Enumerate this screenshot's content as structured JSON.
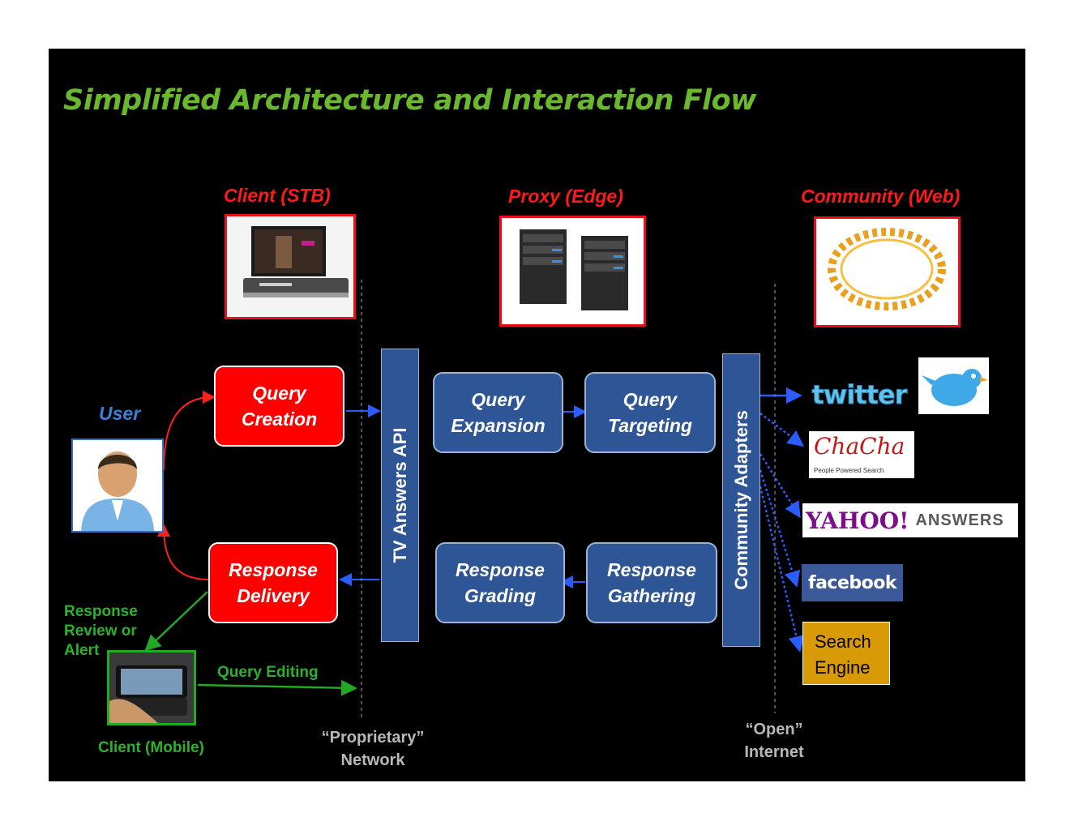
{
  "title": "Simplified Architecture and Interaction Flow",
  "sections": {
    "client": "Client (STB)",
    "proxy": "Proxy (Edge)",
    "community": "Community (Web)"
  },
  "user_label": "User",
  "boxes": {
    "query_creation": "Query\nCreation",
    "response_delivery": "Response\nDelivery",
    "query_expansion": "Query\nExpansion",
    "query_targeting": "Query\nTargeting",
    "response_grading": "Response\nGrading",
    "response_gathering": "Response\nGathering"
  },
  "bars": {
    "api": "TV Answers API",
    "adapters": "Community Adapters"
  },
  "labels": {
    "response_review": "Response\nReview or\nAlert",
    "query_editing": "Query  Editing",
    "client_mobile": "Client (Mobile)",
    "proprietary": "“Proprietary”\nNetwork",
    "open_internet": "“Open”\nInternet"
  },
  "logos": {
    "twitter": "twitter",
    "chacha": "ChaCha",
    "chacha_tag": "People Powered Search",
    "yahoo": "YAHOO!",
    "yahoo_answers": "ANSWERS",
    "facebook": "facebook",
    "search_engine": "Search\nEngine"
  },
  "colors": {
    "title": "#6ab82c",
    "section": "#ff1a1a",
    "user": "#3a7fd9",
    "red_box": "#ff0000",
    "blue_box": "#2e5596",
    "green": "#2ab32a",
    "gray_text": "#b8b8b8"
  }
}
